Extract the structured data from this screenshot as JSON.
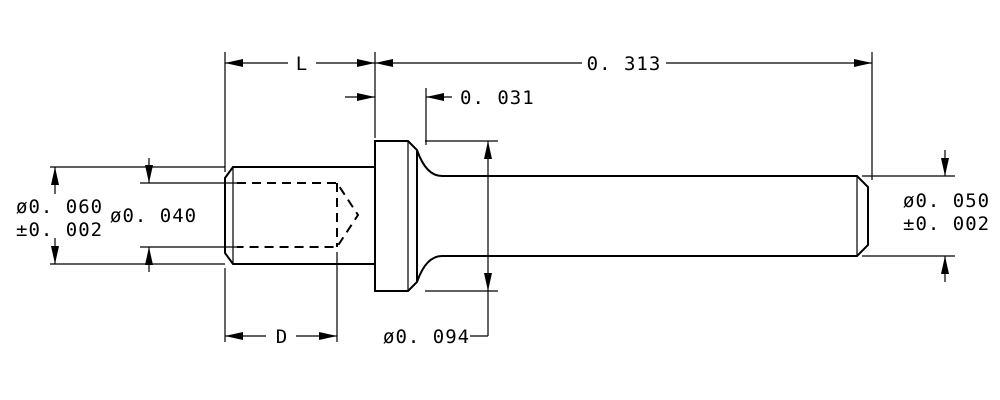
{
  "dimensions": {
    "length_l": "L",
    "length_overall": "0. 313",
    "head_thickness": "0. 031",
    "tip_diameter": "ø0. 060",
    "tip_tolerance": "±0. 002",
    "bore_diameter": "ø0. 040",
    "depth_d": "D",
    "head_diameter": "ø0. 094",
    "shank_diameter": "ø0. 050",
    "shank_tolerance": "±0. 002"
  },
  "colors": {
    "line": "#000000",
    "background": "#ffffff"
  }
}
